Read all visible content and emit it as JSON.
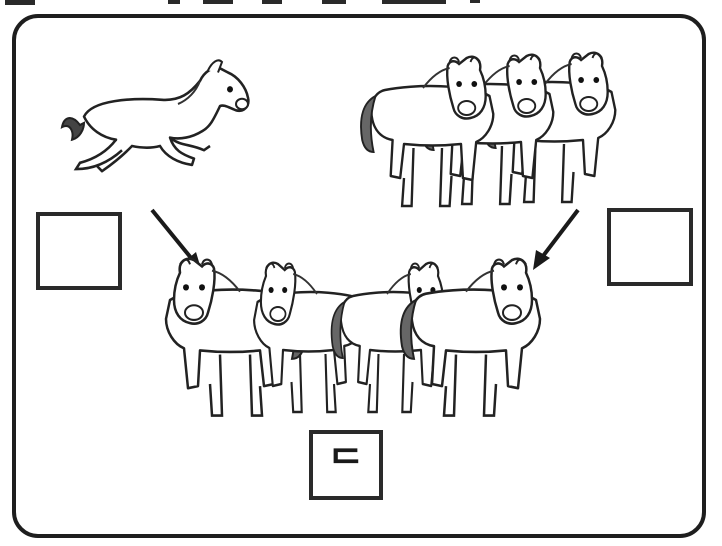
{
  "answer_boxes": {
    "left": "",
    "right": "",
    "total": "ᄃ"
  },
  "groups": {
    "left_horse_count": 1,
    "right_horse_count": 3,
    "bottom_horse_count": 4
  },
  "colors": {
    "ink": "#1e1e1e",
    "paper": "#ffffff"
  },
  "icons": [
    "horse-icon",
    "arrow-down-right-icon",
    "arrow-down-left-icon"
  ]
}
